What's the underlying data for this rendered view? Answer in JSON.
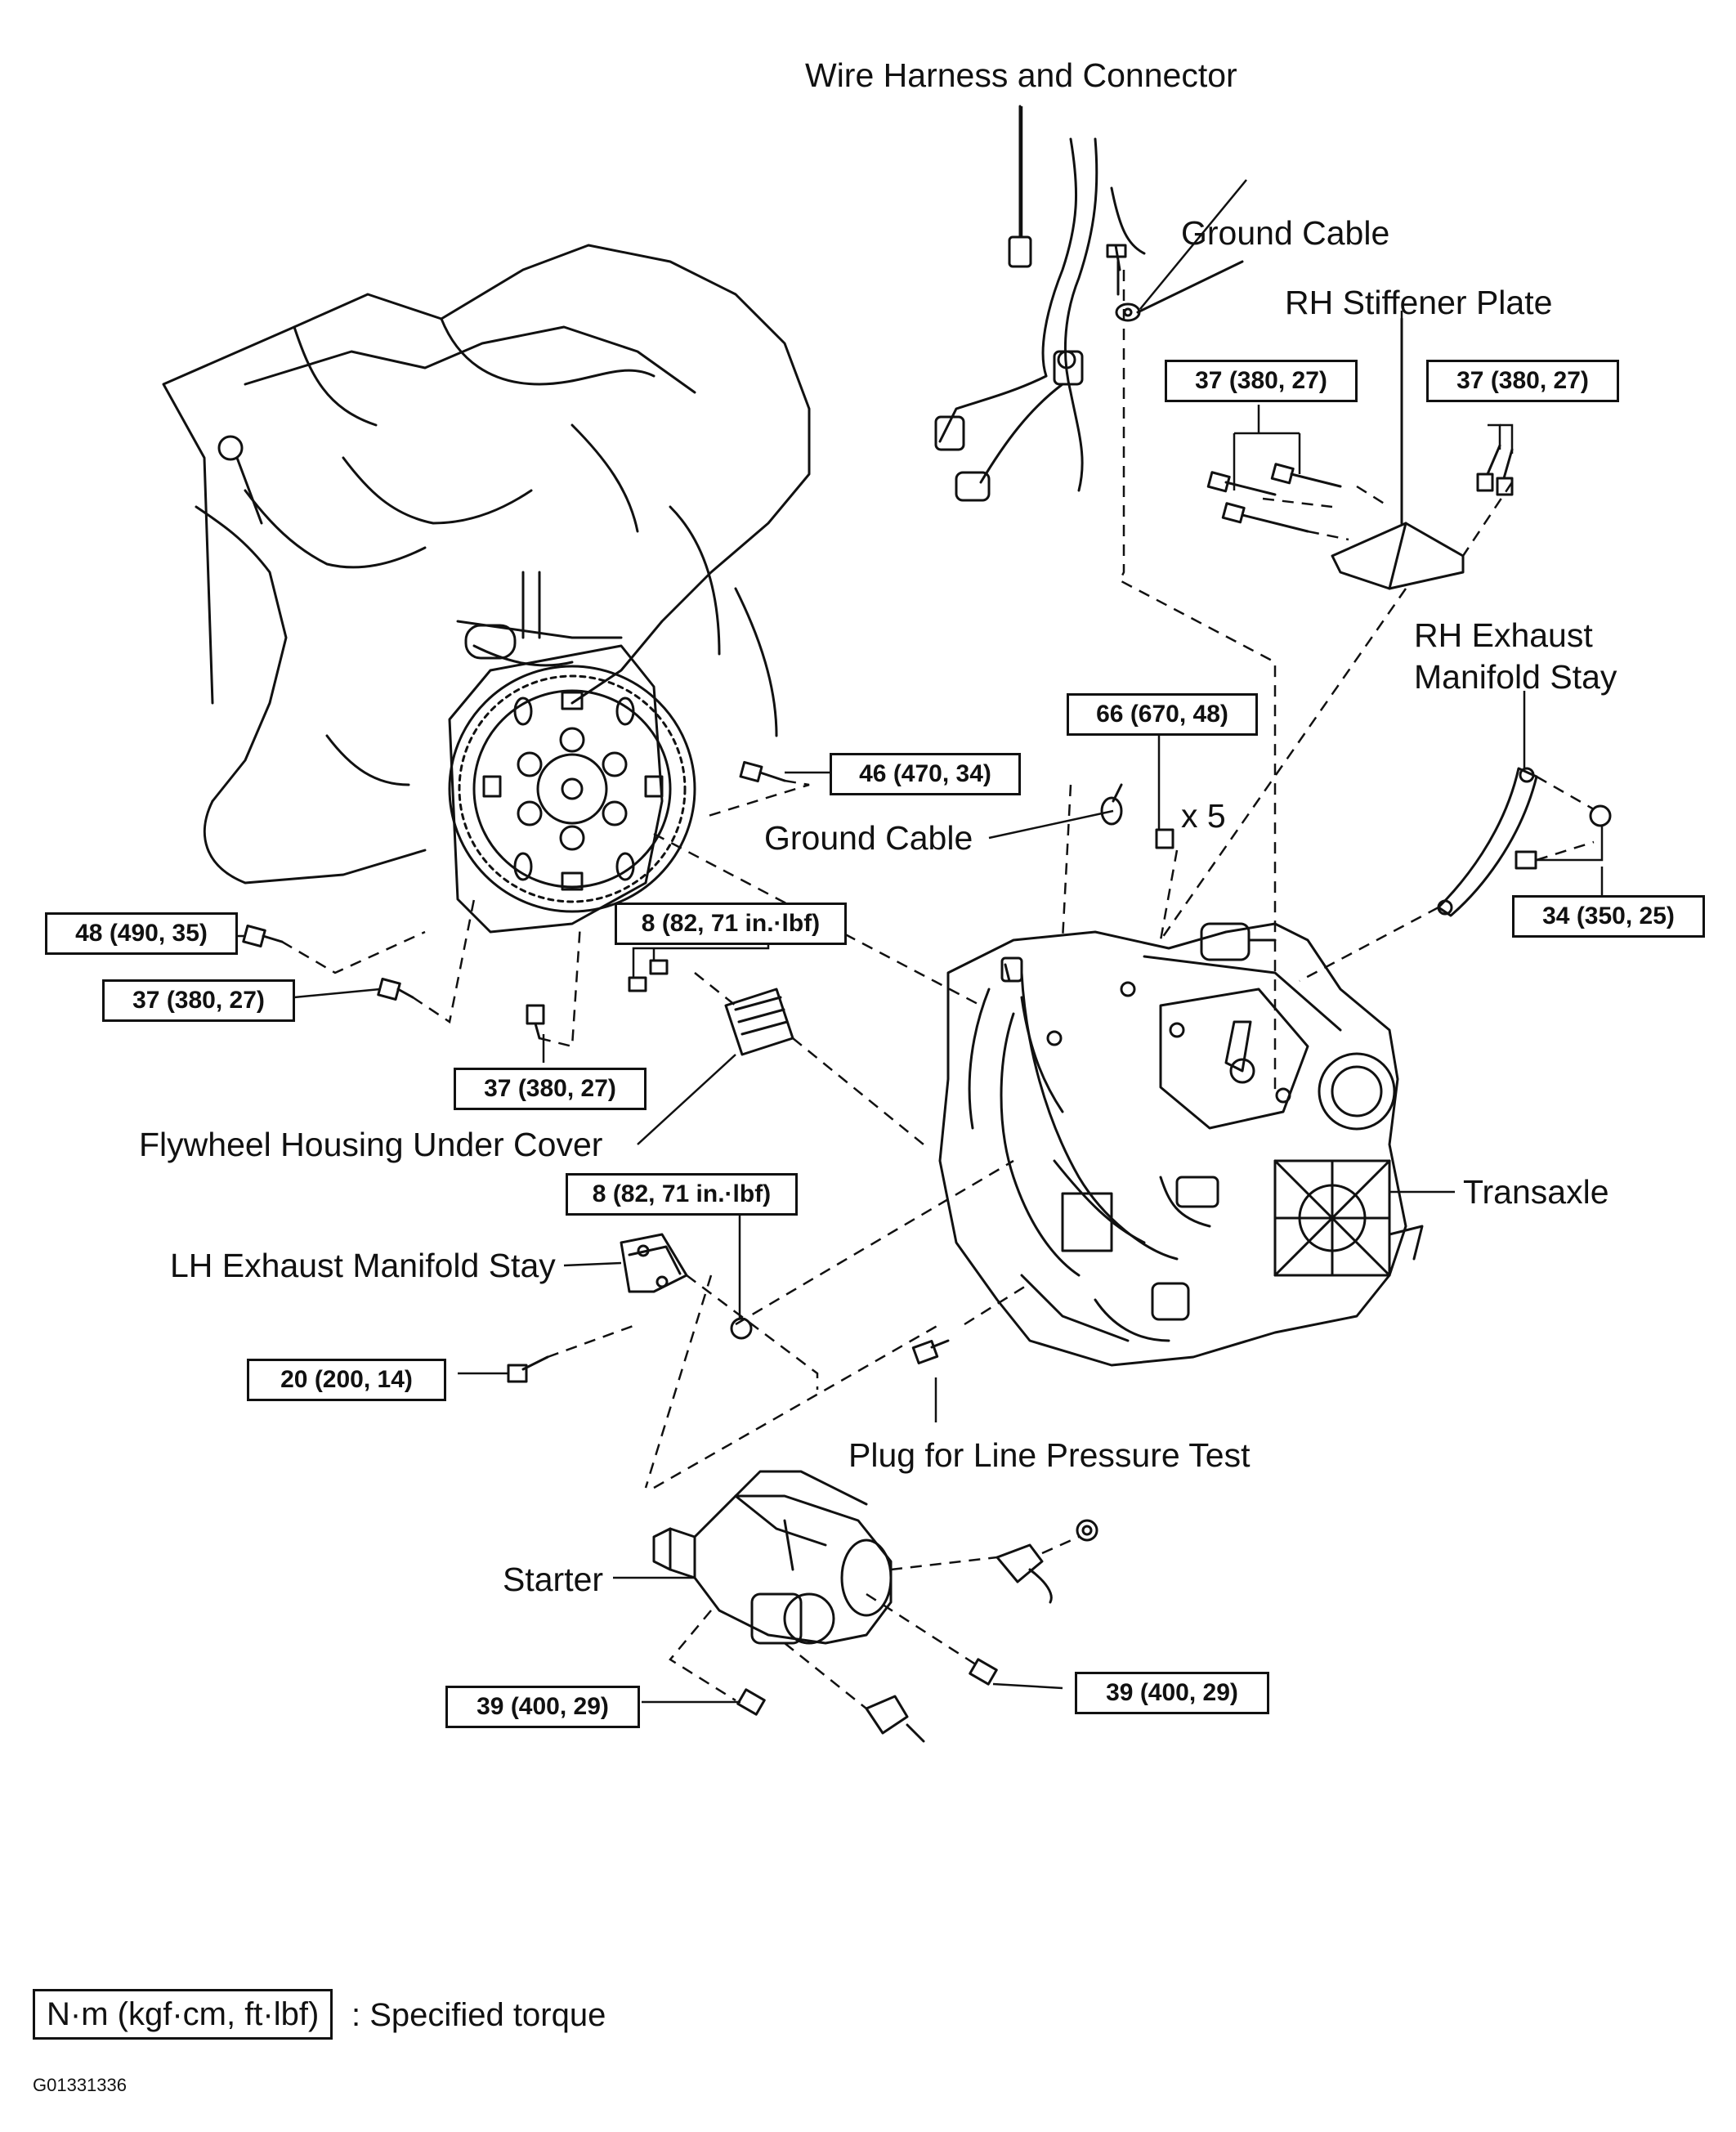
{
  "labels": {
    "wire_harness": "Wire Harness and Connector",
    "ground_cable_top": "Ground Cable",
    "rh_stiffener": "RH Stiffener Plate",
    "rh_exhaust_stay": "RH Exhaust\nManifold Stay",
    "ground_cable_mid": "Ground Cable",
    "times_five": "x 5",
    "flywheel_cover": "Flywheel Housing Under Cover",
    "transaxle": "Transaxle",
    "lh_exhaust_stay": "LH Exhaust Manifold Stay",
    "plug_line_pressure": "Plug for Line Pressure Test",
    "starter": "Starter"
  },
  "torques": {
    "rh_stiffener_left": "37 (380, 27)",
    "rh_stiffener_right": "37 (380, 27)",
    "ground_cable_x5": "66 (670, 48)",
    "flywheel_top": "46 (470, 34)",
    "rh_exhaust_stay": "34 (350, 25)",
    "engine_left_top": "48 (490, 35)",
    "engine_left_mid": "37 (380, 27)",
    "engine_bottom": "37 (380, 27)",
    "cover_bolts": "8 (82, 71 in.·lbf)",
    "lh_stay_nut": "8 (82, 71 in.·lbf)",
    "lh_stay_bolt": "20 (200, 14)",
    "starter_left": "39 (400, 29)",
    "starter_right": "39 (400, 29)"
  },
  "legend": {
    "unit_box": "N·m (kgf·cm, ft·lbf)",
    "meaning": ": Specified torque"
  },
  "figure_code": "G01331336"
}
